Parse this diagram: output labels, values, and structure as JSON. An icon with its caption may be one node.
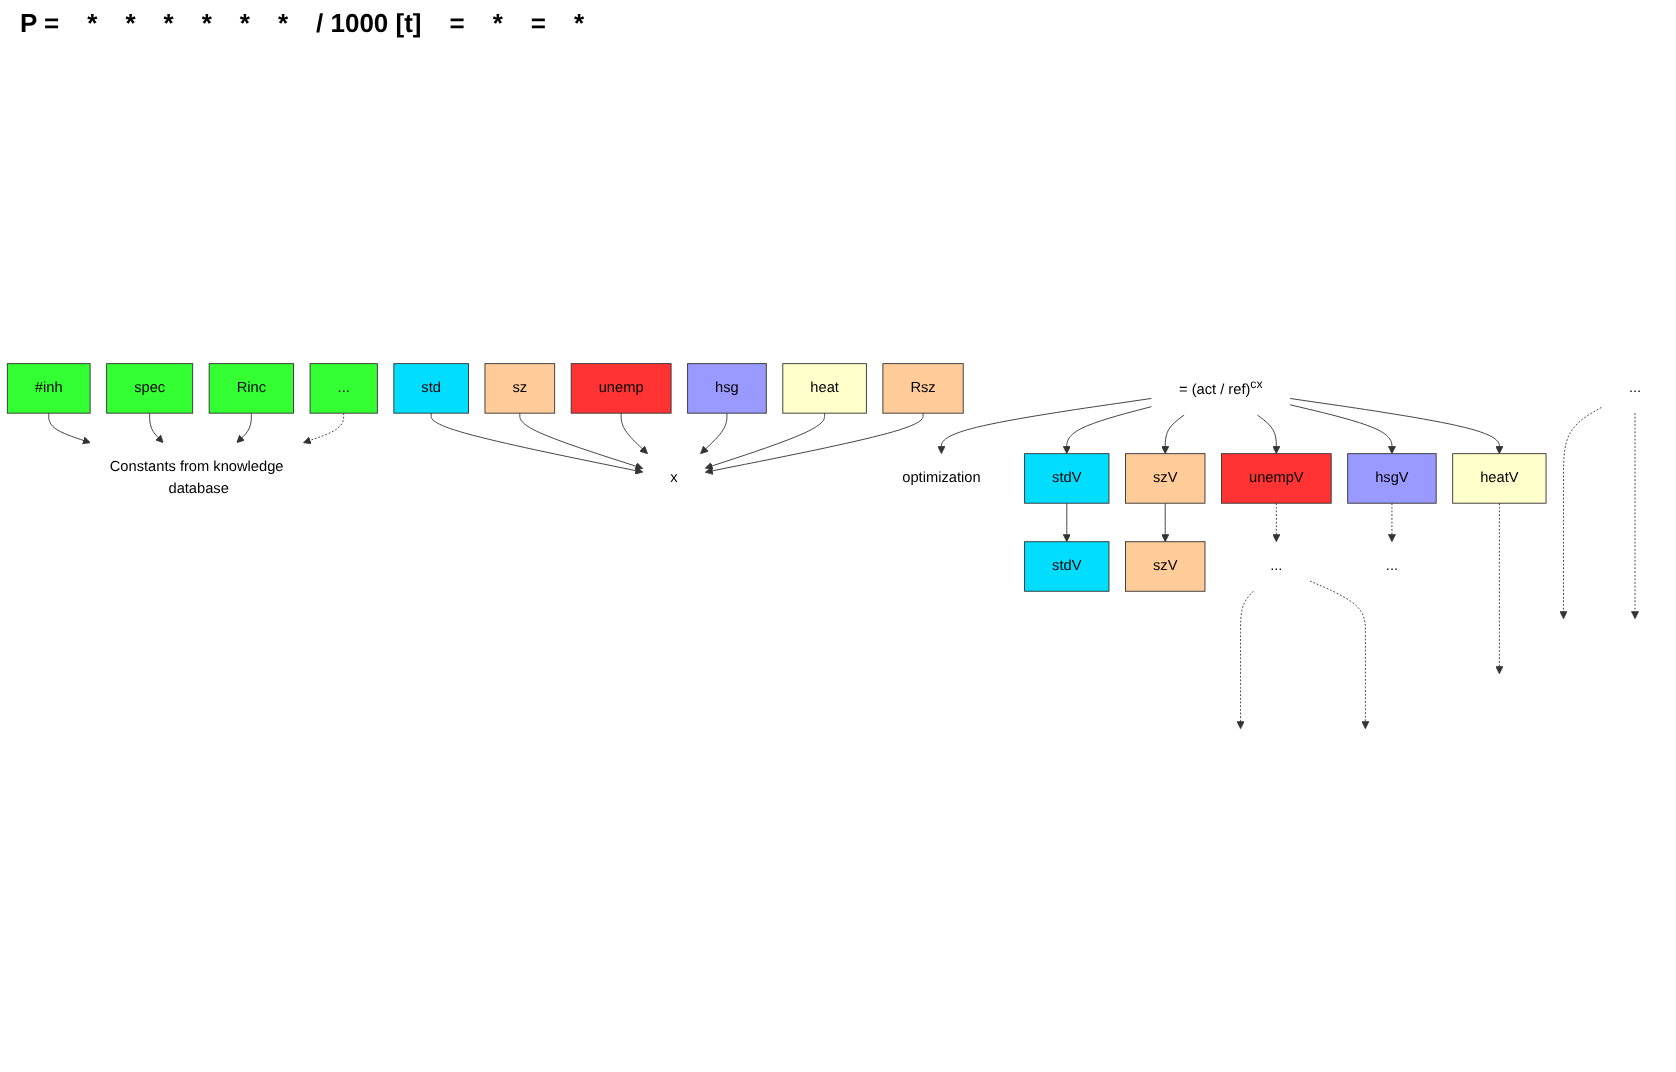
{
  "diagram": {
    "nodes": [
      {
        "text": [
          "#inh"
        ]
      },
      {
        "text": [
          "spec"
        ]
      },
      {
        "text": [
          "std"
        ]
      },
      {
        "text": [
          "sz"
        ]
      },
      {
        "text": [
          "unemp"
        ]
      },
      {
        "text": [
          "hsg"
        ]
      },
      {
        "text": [
          "heat"
        ]
      },
      {
        "text": [
          "Constants from knowledge database"
        ]
      },
      {
        "text": [
          "x"
        ]
      },
      {
        "text": [
          "= (act / ref)$^{cx}$"
        ]
      },
      {
        "text": [
          "optimization"
        ]
      },
      {
        "text": [
          "stdV"
        ]
      },
      {
        "text": [
          "szV"
        ]
      },
      {
        "text": [
          "unempV"
        ]
      },
      {
        "text": [
          "hsgV"
        ]
      },
      {
        "text": [
          "heatV"
        ]
      },
      {
        "text": [
          "stdV"
        ]
      },
      {
        "text": [
          "Rinc"
        ]
      },
      {
        "text": [
          "Rsz"
        ]
      },
      {
        "text": [
          "szV"
        ]
      },
      {
        "text": [
          "..."
        ]
      },
      {
        "text": [
          "..."
        ]
      },
      {
        "text": [
          "..."
        ]
      },
      {
        "text": [
          "..."
        ]
      }
    ],
    "edges": [
      {
        "from": 0,
        "to": 7,
        "arrow": "to"
      },
      {
        "from": 1,
        "to": 7,
        "arrow": "to"
      },
      {
        "from": 2,
        "to": 8,
        "arrow": "to"
      },
      {
        "from": 3,
        "to": 8,
        "arrow": "to"
      },
      {
        "from": 4,
        "to": 8,
        "arrow": "to"
      },
      {
        "from": 5,
        "to": 8,
        "arrow": "to"
      },
      {
        "from": 6,
        "to": 8,
        "arrow": "to"
      },
      {
        "from": 9,
        "to": 10,
        "arrow": "to"
      },
      {
        "from": 9,
        "to": 11,
        "arrow": "to"
      },
      {
        "from": 9,
        "to": 12,
        "arrow": "to"
      },
      {
        "from": 9,
        "to": 13,
        "arrow": "to"
      },
      {
        "from": 9,
        "to": 14,
        "arrow": "to"
      },
      {
        "from": 9,
        "to": 15,
        "arrow": "to"
      },
      {
        "from": 11,
        "to": 16,
        "arrow": "to"
      },
      {
        "from": 17,
        "to": 7,
        "arrow": "to"
      },
      {
        "from": 18,
        "to": 8,
        "arrow": "to"
      },
      {
        "from": 12,
        "to": 19,
        "arrow": "to"
      },
      {
        "from": 20,
        "to": 7,
        "arrow": "to",
        "style": "dashed"
      },
      {
        "from": 13,
        "to": 22,
        "arrow": "to",
        "style": "dashed"
      },
      {
        "from": 14,
        "to": 23,
        "arrow": "to",
        "style": "dashed"
      },
      {
        "from": 15,
        "to": null,
        "arrow": "to",
        "style": "dashed"
      },
      {
        "from": 21,
        "to": null,
        "arrow": "to",
        "style": "dashed"
      },
      {
        "from": 21,
        "to": null,
        "arrow": "to",
        "style": "dashed"
      },
      {
        "from": 22,
        "to": null,
        "arrow": "to",
        "style": "dashed"
      },
      {
        "from": 22,
        "to": null,
        "arrow": "to",
        "style": "dashed"
      }
    ],
    "labels": [
      "P =",
      "*",
      "*",
      "*",
      "*",
      "*",
      "*",
      "/ 1000 [t]",
      "=",
      "*",
      "=",
      "*"
    ]
  }
}
